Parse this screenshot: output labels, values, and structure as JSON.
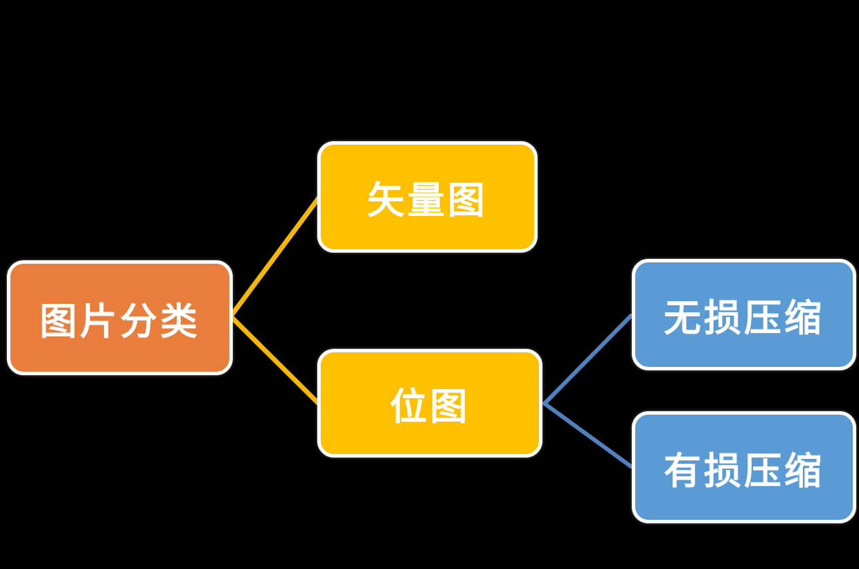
{
  "diagram": {
    "background_color": "#000000",
    "text_color": "#FFFFFF",
    "node_border_color": "#FFFFFF",
    "root": {
      "label": "图片分类",
      "fill": "#E97E3C"
    },
    "level2": [
      {
        "label": "矢量图",
        "fill": "#FFC000"
      },
      {
        "label": "位图",
        "fill": "#FFC000"
      }
    ],
    "level3": [
      {
        "label": "无损压缩",
        "fill": "#5B9BD5"
      },
      {
        "label": "有损压缩",
        "fill": "#5B9BD5"
      }
    ],
    "connectors": {
      "root_to_level2_color": "#F5B700",
      "bitmap_to_level3_color": "#4E81BD"
    }
  }
}
